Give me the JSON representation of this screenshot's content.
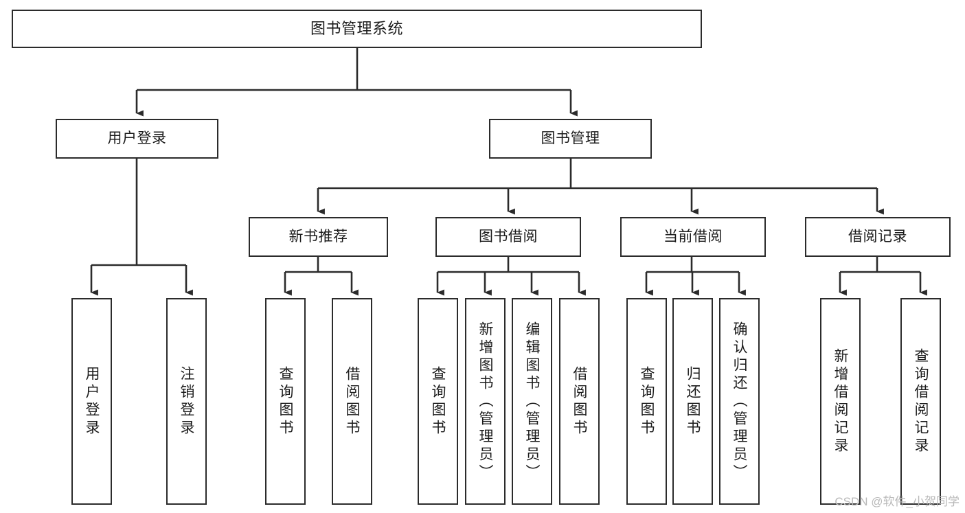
{
  "diagram": {
    "type": "tree",
    "title": "图书管理系统",
    "root": {
      "label": "图书管理系统"
    },
    "tier1": [
      {
        "label": "用户登录"
      },
      {
        "label": "图书管理"
      }
    ],
    "tier2": [
      {
        "label": "新书推荐"
      },
      {
        "label": "图书借阅"
      },
      {
        "label": "当前借阅"
      },
      {
        "label": "借阅记录"
      }
    ],
    "leaves": {
      "user_login": [
        {
          "label": "用户登录"
        },
        {
          "label": "注销登录"
        }
      ],
      "new_book_recommend": [
        {
          "label": "查询图书"
        },
        {
          "label": "借阅图书"
        }
      ],
      "book_borrow": [
        {
          "label": "查询图书"
        },
        {
          "label": "新增图书（管理员）"
        },
        {
          "label": "编辑图书（管理员）"
        },
        {
          "label": "借阅图书"
        }
      ],
      "current_borrow": [
        {
          "label": "查询图书"
        },
        {
          "label": "归还图书"
        },
        {
          "label": "确认归还（管理员）"
        }
      ],
      "borrow_record": [
        {
          "label": "新增借阅记录"
        },
        {
          "label": "查询借阅记录"
        }
      ]
    }
  },
  "watermark": {
    "text": "CSDN @软件_小贺同学"
  },
  "colors": {
    "background": "#ffffff",
    "box_border": "#2b2b2b",
    "box_fill": "#ffffff",
    "text": "#1b1b1b",
    "connector": "#2b2b2b",
    "watermark": "#b9b9b9"
  }
}
